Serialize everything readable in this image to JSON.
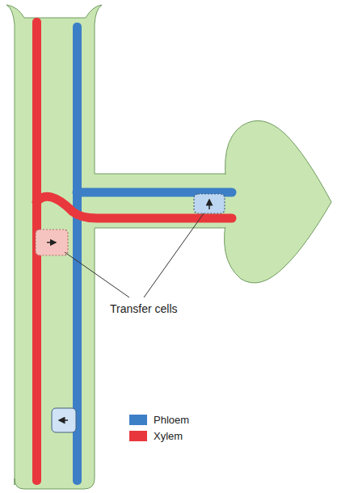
{
  "diagram": {
    "labels": [
      "Transfer cells"
    ],
    "legend": [
      {
        "text": "Phloem",
        "color": "#3d7fc6"
      },
      {
        "text": "Xylem",
        "color": "#e8383d"
      }
    ]
  }
}
